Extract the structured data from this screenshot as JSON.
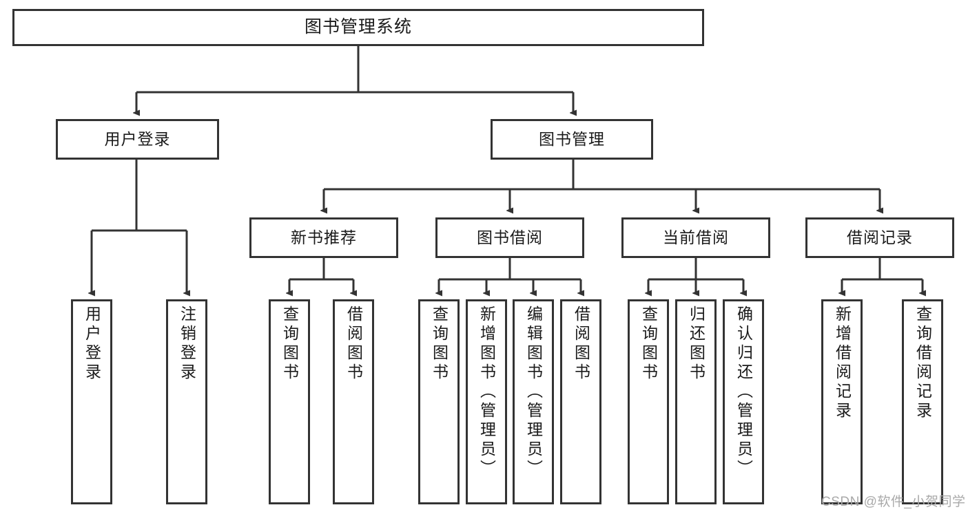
{
  "diagram": {
    "title": "图书管理系统",
    "type": "tree",
    "watermark": "CSDN @软件_小贺同学",
    "colors": {
      "stroke": "#333333",
      "fill": "#ffffff",
      "text": "#1a1a1a",
      "watermark": "#a9a9a9"
    },
    "nodes": {
      "root": {
        "label": "图书管理系统"
      },
      "level1": [
        {
          "label": "用户登录"
        },
        {
          "label": "图书管理"
        }
      ],
      "level2": [
        {
          "label": "新书推荐"
        },
        {
          "label": "图书借阅"
        },
        {
          "label": "当前借阅"
        },
        {
          "label": "借阅记录"
        }
      ],
      "leaves": {
        "user_login": [
          {
            "label": "用户登录"
          },
          {
            "label": "注销登录"
          }
        ],
        "new_book": [
          {
            "label": "查询图书"
          },
          {
            "label": "借阅图书"
          }
        ],
        "borrow": [
          {
            "label": "查询图书"
          },
          {
            "label": "新增图书（管理员）"
          },
          {
            "label": "编辑图书（管理员）"
          },
          {
            "label": "借阅图书"
          }
        ],
        "current": [
          {
            "label": "查询图书"
          },
          {
            "label": "归还图书"
          },
          {
            "label": "确认归还（管理员）"
          }
        ],
        "records": [
          {
            "label": "新增借阅记录"
          },
          {
            "label": "查询借阅记录"
          }
        ]
      }
    }
  }
}
